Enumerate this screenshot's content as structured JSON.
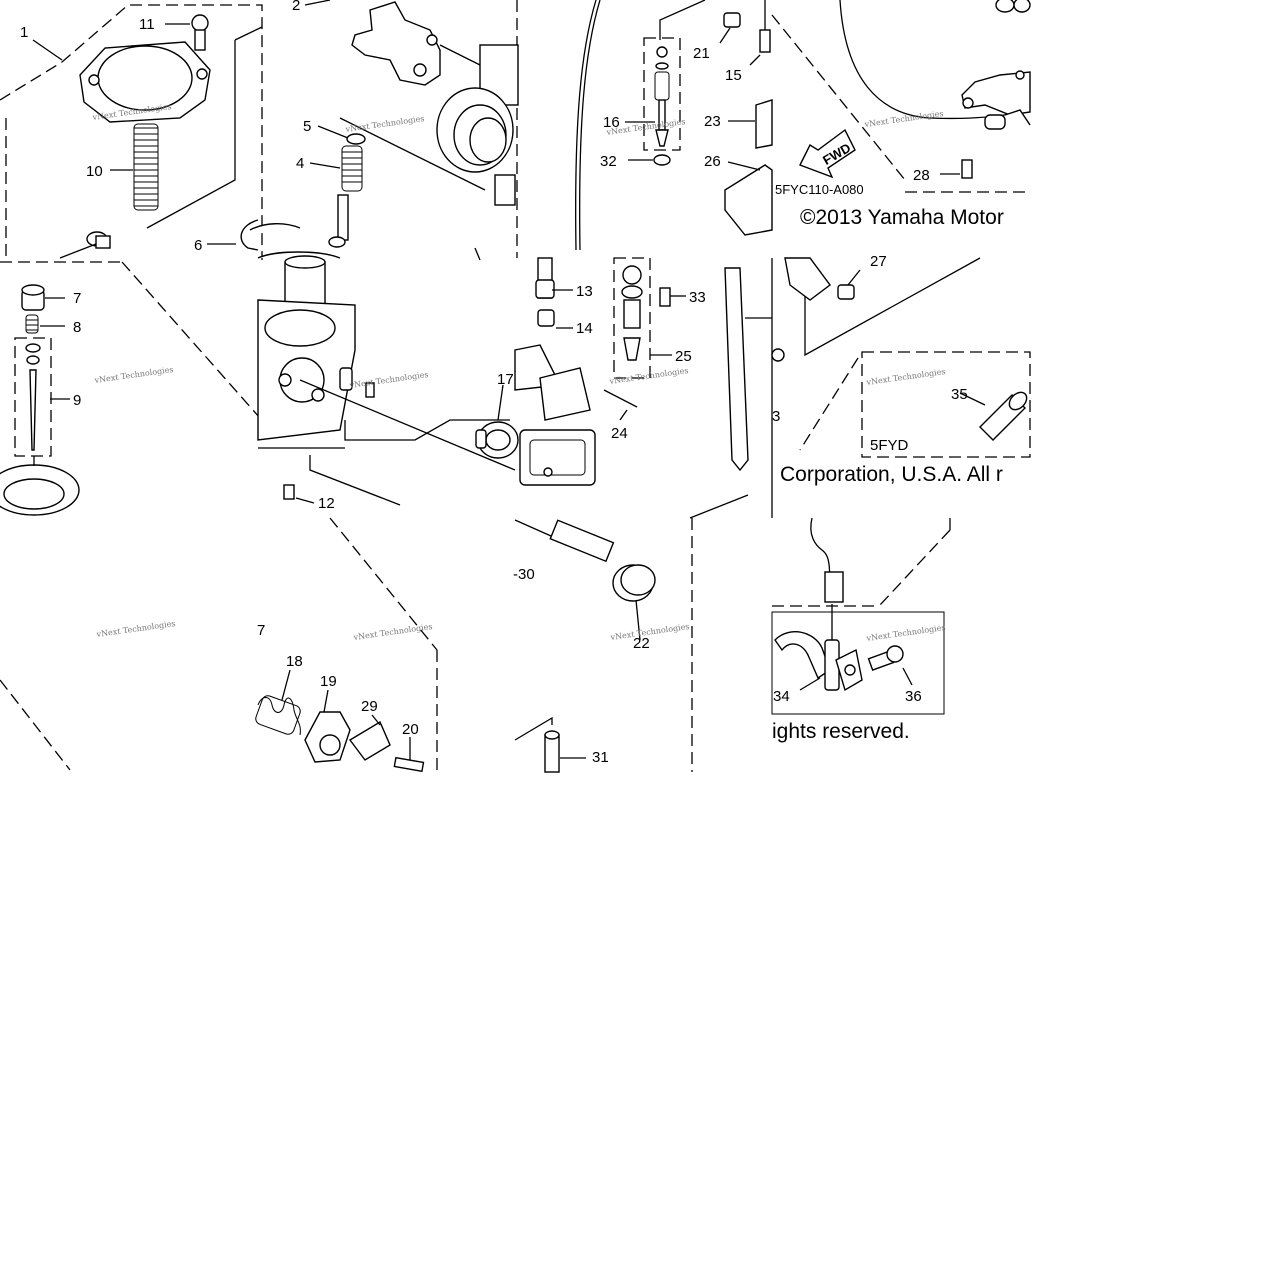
{
  "diagram": {
    "part_code": "5FYC110-A080",
    "sub_code": "5FYD",
    "fwd_label": "FWD",
    "copyright_line1": "©2013 Yamaha Motor",
    "copyright_line2": "Corporation, U.S.A. All r",
    "copyright_line3": "ights reserved.",
    "watermark": "vNext Technologies",
    "callouts": [
      "1",
      "2",
      "4",
      "5",
      "6",
      "7",
      "8",
      "9",
      "10",
      "11",
      "12",
      "13",
      "14",
      "15",
      "16",
      "17",
      "18",
      "19",
      "20",
      "21",
      "22",
      "23",
      "24",
      "25",
      "26",
      "27",
      "28",
      "29",
      "-30",
      "31",
      "32",
      "33",
      "34",
      "35",
      "36",
      "3",
      "7"
    ]
  }
}
